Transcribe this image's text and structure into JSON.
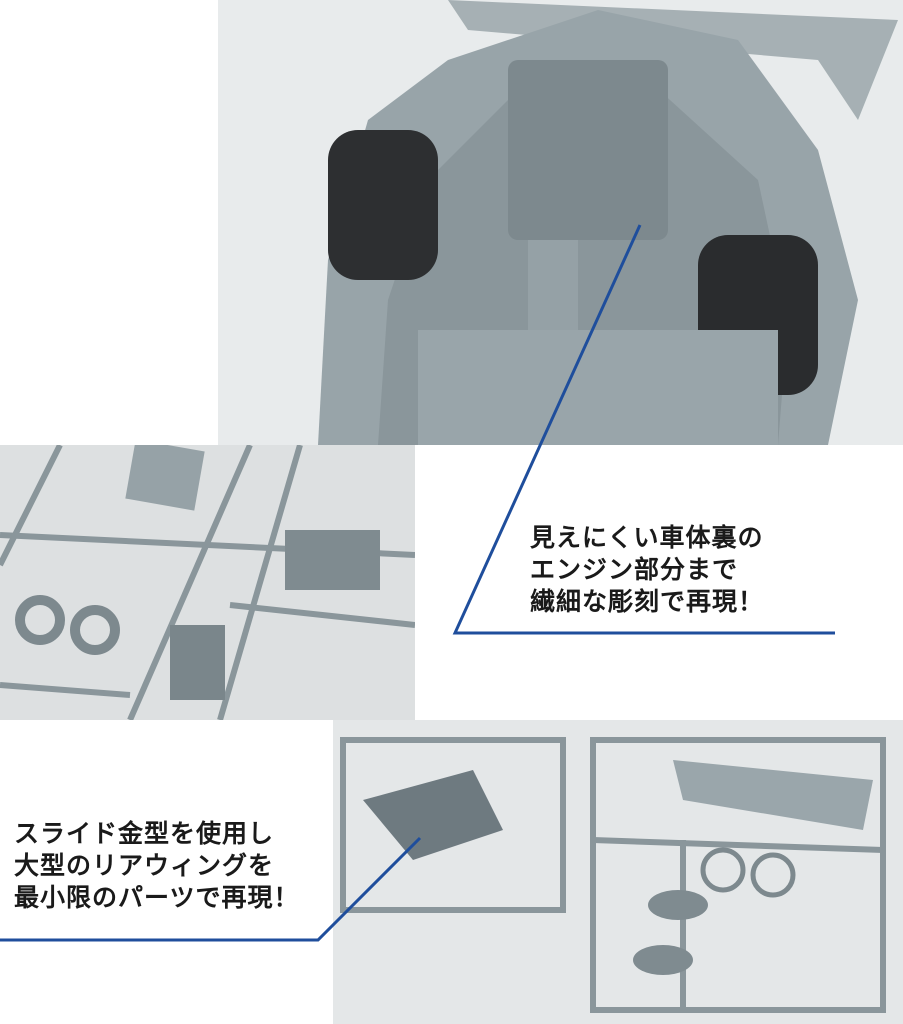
{
  "callouts": [
    {
      "lines": [
        "見えにくい車体裏の",
        "エンジン部分まで",
        "繊細な彫刻で再現！"
      ]
    },
    {
      "lines": [
        "スライド金型を使用し",
        "大型のリアウィングを",
        "最小限のパーツで再現！"
      ]
    }
  ],
  "colors": {
    "callout_line": "#1f4e9c",
    "plastic": "#8e9a9f"
  }
}
